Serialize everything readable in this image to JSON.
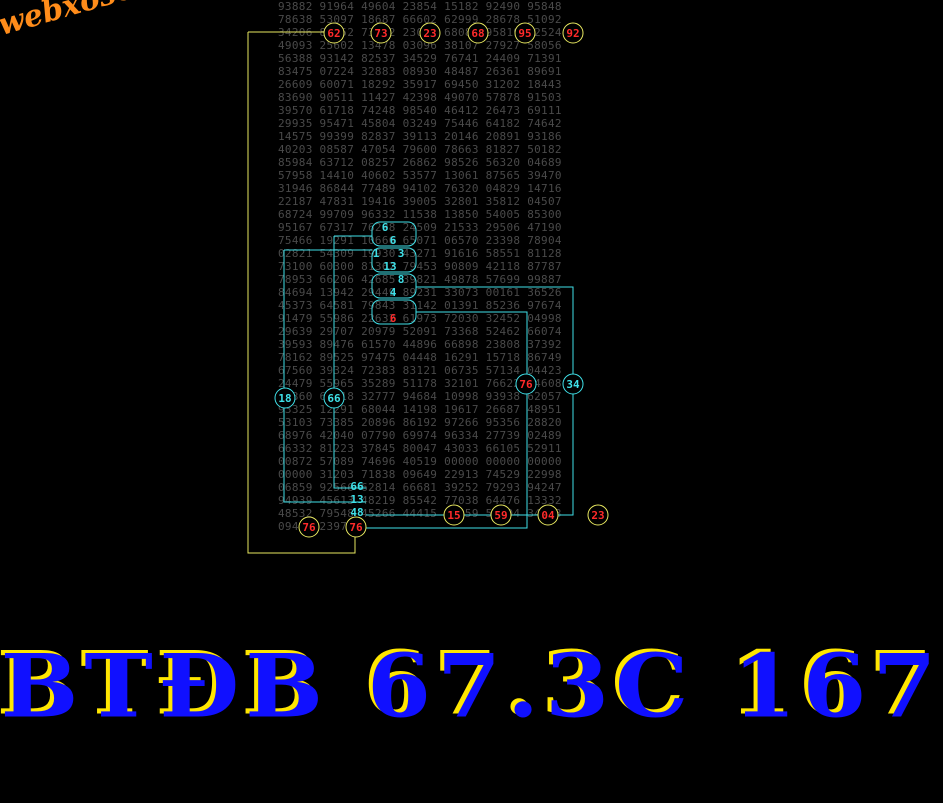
{
  "watermark": "webxoso.net",
  "headline": "BTĐB 67.3C 167",
  "colors": {
    "grid_text": "#4a4a4a",
    "cyan": "#3fe0e8",
    "yellow": "#e8e860",
    "red": "#ff2a2a",
    "headline_fill": "#1010ff",
    "headline_shadow": "#ffe600",
    "watermark": "#ff8c1a"
  },
  "grid_rows": [
    "93882 91964 49604 23854 15182 92490 95848",
    "78638 53097 18687 66602 62999 28678 51092",
    "34206 85252 73852 23090 68089 95819 92524",
    "49093 25602 13478 03096 38107 27927 58056",
    "56388 93142 82537 34529 76741 24409 71391",
    "83475 07224 32883 08930 48487 26361 89691",
    "26609 60071 18292 35917 69450 31202 18443",
    "83690 90511 11427 42398 49070 57878 91503",
    "39570 61718 74248 98540 46412 26473 69111",
    "29935 95471 45804 03249 75446 64182 74642",
    "14575 99399 82837 39113 20146 20891 93186",
    "40203 08587 47054 79600 78663 81827 50182",
    "85984 63712 08257 26862 98526 56320 04689",
    "57958 14410 40602 53577 13061 87565 39470",
    "31946 86844 77489 94102 76320 04829 14716",
    "22187 47831 19416 39005 32801 35812 04507",
    "68724 99709 96332 11538 13850 54005 85300",
    "95167 67317 76298 24509 21533 29506 47190",
    "75466 19291 10666 65071 06570 23398 78904",
    "02821 54309 19930 43271 91616 58551 81128",
    "73100 60300 81362 79453 90809 42118 87787",
    "78953 66206 42685 39821 49878 57699 99887",
    "84694 13942 29449 89231 33073 00161 36526",
    "45373 64581 79843 31142 01391 85236 97674",
    "91479 55986 22632 61973 72030 32452 04998",
    "29639 29707 20979 52091 73368 52462 66074",
    "39593 89476 61570 44896 66898 23808 37392",
    "78162 89525 97475 04448 16291 15718 86749",
    "67560 39324 72383 83121 06735 57134 04423",
    "24479 55965 35289 51178 32101 76622 34608",
    "18360 66118 32777 94684 10998 93938 62057",
    "93325 12291 68044 14198 19617 26687 48951",
    "53103 73385 20896 86192 97266 95356 28820",
    "68976 42040 07790 69974 96334 27739 02489",
    "66332 81223 37845 80047 43033 66105 52911",
    "00872 57089 74696 40519 00000 00000 00000",
    "00000 31203 71838 09649 22913 74529 22998",
    "06859 92566 62814 66681 39252 79293 94247",
    "94939 45613 48219 85542 77038 64476 13332",
    "48532 79548 45266 44415 19059 53904 34623",
    "09423 23976"
  ],
  "circles_red": [
    "62",
    "73",
    "23",
    "68",
    "95",
    "92",
    "76",
    "15",
    "59",
    "04",
    "23",
    "23",
    "76",
    "6"
  ],
  "cyan_labels": [
    "6",
    "6",
    "1",
    "3",
    "13",
    "8",
    "4",
    "18",
    "66",
    "76",
    "34",
    "66",
    "13",
    "48"
  ]
}
